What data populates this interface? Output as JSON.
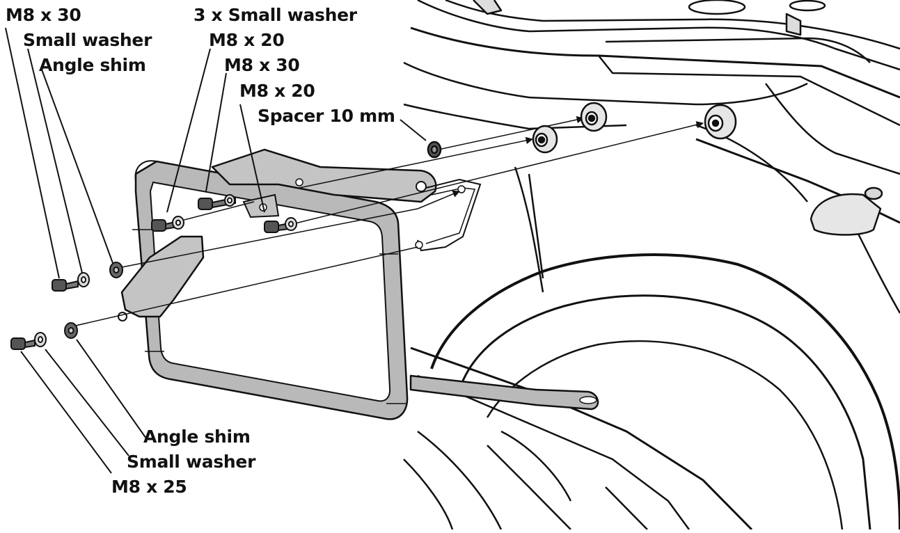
{
  "labels": {
    "top_left_bolt": "M8 x 30",
    "top_left_washer": "Small washer",
    "top_left_shim": "Angle shim",
    "washers_group": "3 x Small washer",
    "bolt_a": "M8 x 20",
    "bolt_b": "M8 x 30",
    "bolt_c": "M8 x 20",
    "spacer": "Spacer 10 mm",
    "bottom_shim": "Angle shim",
    "bottom_washer": "Small washer",
    "bottom_bolt": "M8 x 25"
  },
  "colors": {
    "line": "#111111",
    "frame_fill": "#b9b9b9",
    "frame_shade": "#8f8f8f",
    "part_fill": "#cfcfcf"
  }
}
